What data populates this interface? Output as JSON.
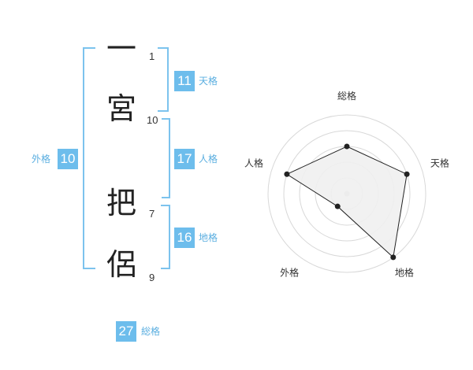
{
  "name": {
    "chars": [
      {
        "char": "一",
        "strokes": "1"
      },
      {
        "char": "宮",
        "strokes": "10"
      },
      {
        "char": "把",
        "strokes": "7"
      },
      {
        "char": "侶",
        "strokes": "9"
      }
    ]
  },
  "kakusu": {
    "tenkaku": {
      "value": "11",
      "label": "天格"
    },
    "jinkaku": {
      "value": "17",
      "label": "人格"
    },
    "chikaku": {
      "value": "16",
      "label": "地格"
    },
    "gaikaku": {
      "value": "10",
      "label": "外格"
    },
    "soukaku": {
      "value": "27",
      "label": "総格"
    }
  },
  "colors": {
    "accent": "#6dbdec",
    "bracket": "#7cc3ee",
    "radar_fill": "#efefef"
  },
  "chart_data": {
    "type": "radar",
    "axes": [
      "総格",
      "天格",
      "地格",
      "外格",
      "人格"
    ],
    "max": 5,
    "values": [
      3,
      4,
      5,
      1,
      4
    ],
    "rings": 5
  }
}
